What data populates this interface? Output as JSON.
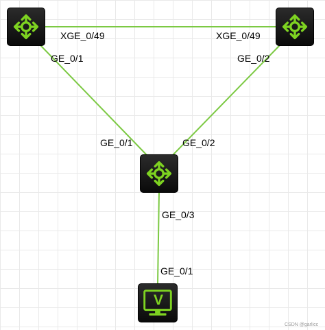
{
  "topology": {
    "nodes": [
      {
        "id": "switch-left",
        "kind": "switch",
        "icon": "router-arrows-icon"
      },
      {
        "id": "switch-right",
        "kind": "switch",
        "icon": "router-arrows-icon"
      },
      {
        "id": "switch-center",
        "kind": "switch",
        "icon": "router-arrows-icon"
      },
      {
        "id": "pc",
        "kind": "vpc",
        "icon": "monitor-icon",
        "screen_letter": "V"
      }
    ],
    "links": [
      {
        "from": "switch-left",
        "to": "switch-right",
        "from_port": "XGE_0/49",
        "to_port": "XGE_0/49"
      },
      {
        "from": "switch-left",
        "to": "switch-center",
        "from_port": "GE_0/1",
        "to_port": "GE_0/1"
      },
      {
        "from": "switch-right",
        "to": "switch-center",
        "from_port": "GE_0/2",
        "to_port": "GE_0/2"
      },
      {
        "from": "switch-center",
        "to": "pc",
        "from_port": "GE_0/3",
        "to_port": "GE_0/1"
      }
    ]
  },
  "colors": {
    "link": "#7cc943",
    "icon": "#7ed321",
    "node_body": "#1a1a1a"
  },
  "watermark": "CSDN @garlicc"
}
